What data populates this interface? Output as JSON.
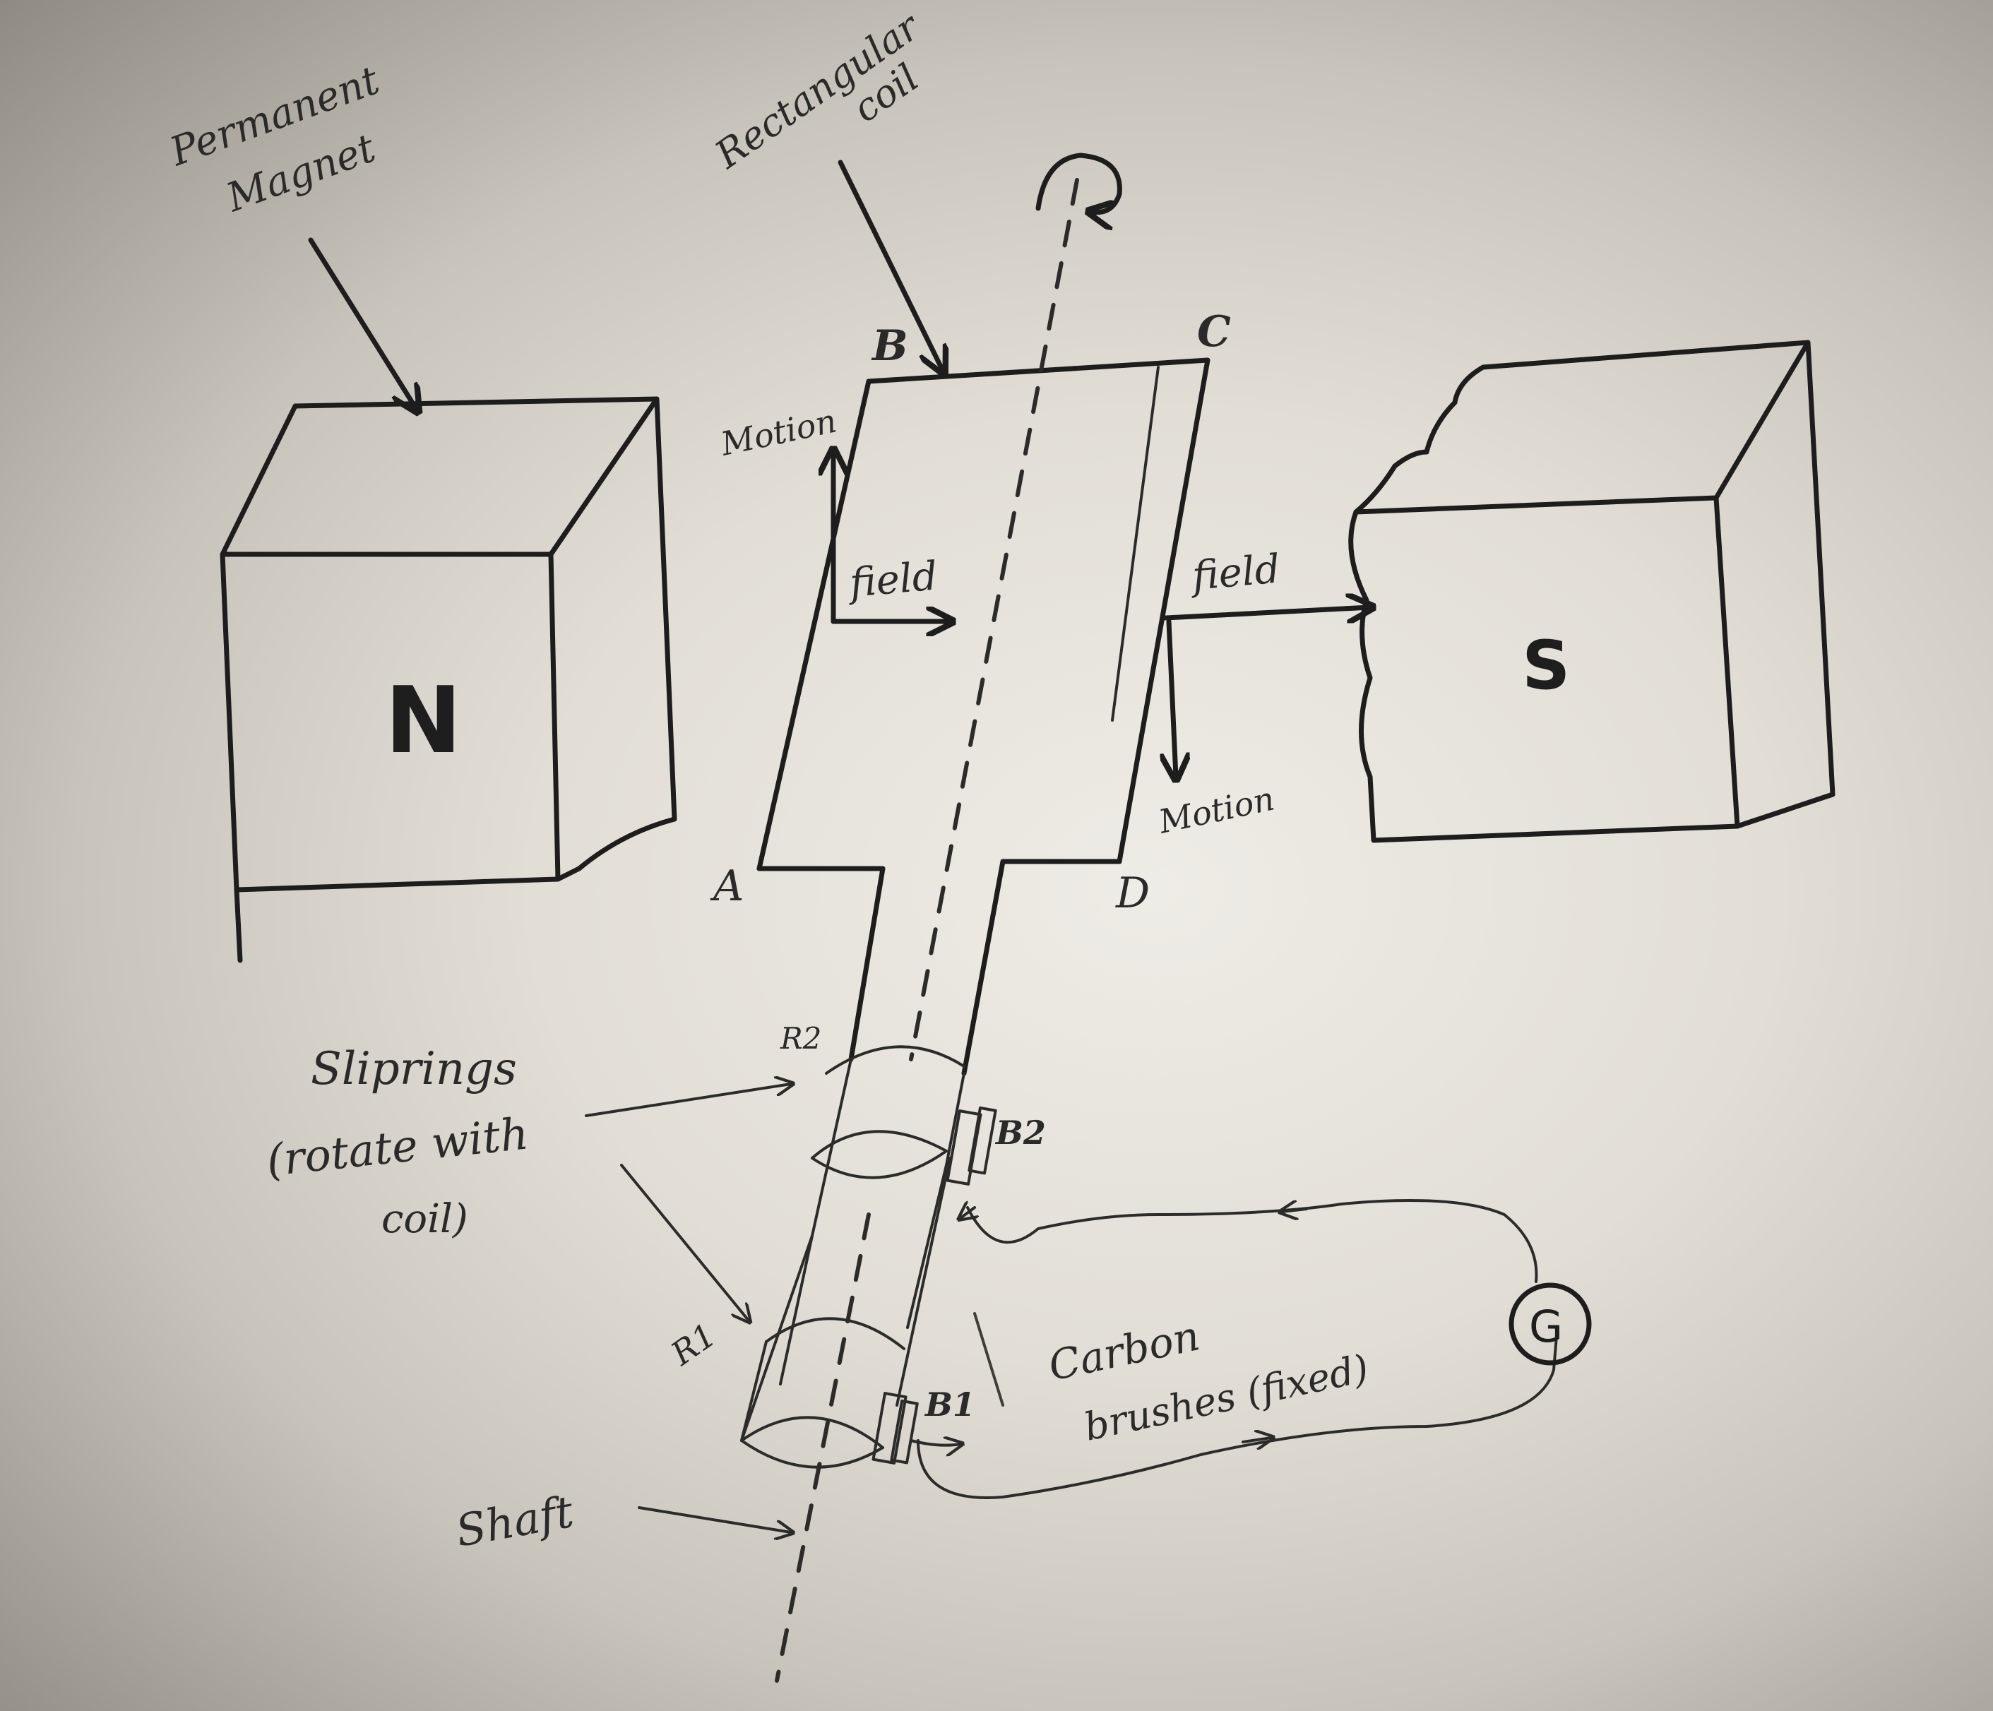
{
  "labels": {
    "permanent_magnet_line1": "Permanent",
    "permanent_magnet_line2": "Magnet",
    "rectangular_coil_line1": "Rectangular",
    "rectangular_coil_line2": "coil",
    "north_pole": "N",
    "south_pole": "S",
    "corner_a": "A",
    "corner_b": "B",
    "corner_c": "C",
    "corner_d": "D",
    "motion_left": "Motion",
    "motion_right": "Motion",
    "field_left": "field",
    "field_right": "field",
    "sliprings_line1": "Sliprings",
    "sliprings_line2": "(rotate with",
    "sliprings_line3": "coil)",
    "ring_r1": "R1",
    "ring_r2": "R2",
    "brush_b1": "B1",
    "brush_b2": "B2",
    "carbon_brushes_line1": "Carbon",
    "carbon_brushes_line2": "brushes (fixed)",
    "galvanometer": "G",
    "shaft": "Shaft"
  },
  "colors": {
    "paper": "#e6e3dc",
    "ink": "#1d1d1d"
  }
}
